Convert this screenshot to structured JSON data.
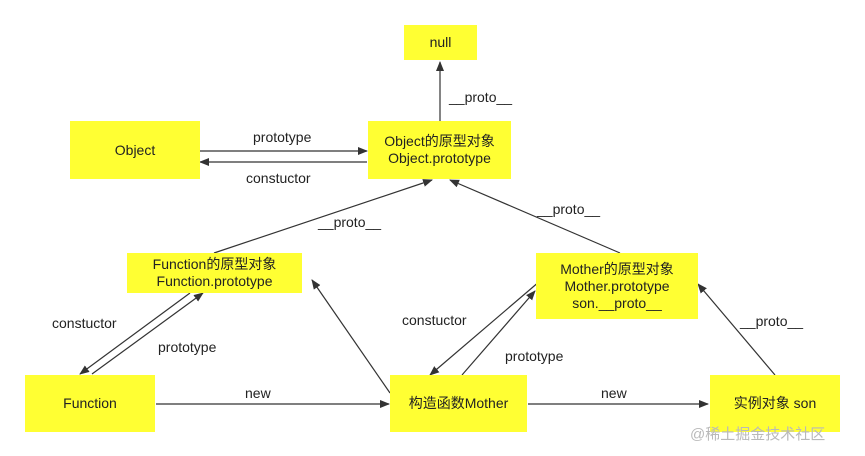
{
  "nodes": {
    "null": {
      "lines": [
        "null"
      ]
    },
    "object": {
      "lines": [
        "Object"
      ]
    },
    "object_proto": {
      "lines": [
        "Object的原型对象",
        "Object.prototype"
      ]
    },
    "function_proto": {
      "lines": [
        "Function的原型对象",
        "Function.prototype"
      ]
    },
    "mother_proto": {
      "lines": [
        "Mother的原型对象",
        "Mother.prototype",
        "son.__proto__"
      ]
    },
    "function": {
      "lines": [
        "Function"
      ]
    },
    "mother": {
      "lines": [
        "构造函数Mother"
      ]
    },
    "son": {
      "lines": [
        "实例对象 son"
      ]
    }
  },
  "edges": {
    "objproto_to_null": "__proto__",
    "object_prototype": "prototype",
    "object_constructor": "constuctor",
    "funcproto_to_objproto": "__proto__",
    "motherproto_to_objproto": "__proto__",
    "function_constructor": "constuctor",
    "function_prototype": "prototype",
    "mother_constructor": "constuctor",
    "mother_prototype": "prototype",
    "function_new": "new",
    "mother_new": "new",
    "son_proto": "__proto__"
  },
  "watermark": "@稀土掘金技术社区",
  "colors": {
    "box": "#ffff33",
    "line": "#333333"
  }
}
